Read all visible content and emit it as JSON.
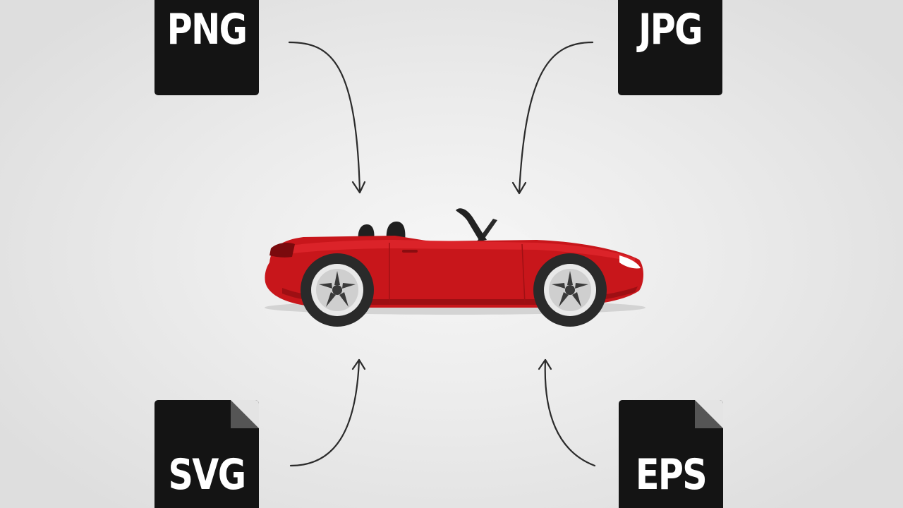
{
  "formats": {
    "top_left": "PNG",
    "top_right": "JPG",
    "bottom_left": "SVG",
    "bottom_right": "EPS"
  },
  "car": {
    "body_color": "#c8161b"
  },
  "colors": {
    "card": "#141414",
    "arrow": "#2b2b2b",
    "background": "#e9e9e9"
  },
  "icons": [
    "file-icon",
    "arrow-icon",
    "convertible-car-icon"
  ]
}
